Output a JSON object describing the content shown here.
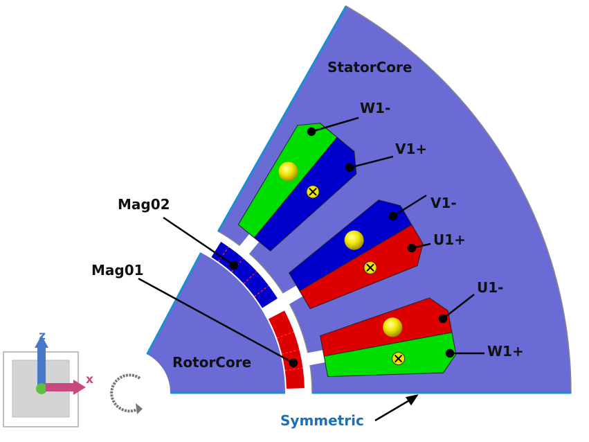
{
  "labels": {
    "stator": "StatorCore",
    "rotor": "RotorCore",
    "mag01": "Mag01",
    "mag02": "Mag02",
    "symmetric": "Symmetric",
    "w1_minus": "W1-",
    "v1_plus": "V1+",
    "v1_minus": "V1-",
    "u1_plus": "U1+",
    "u1_minus": "U1-",
    "w1_plus": "W1+"
  },
  "axes": {
    "z": "z",
    "x": "x"
  },
  "colors": {
    "core": "#6b6bd6",
    "u_phase": "#dd0000",
    "v_phase": "#0000cc",
    "w_phase": "#00dd00",
    "boundary": "#1a8fd0",
    "label_accent": "#1a6fc0"
  },
  "slots": [
    {
      "name": "slot-1",
      "upper": "u_phase",
      "lower": "w_phase"
    },
    {
      "name": "slot-2",
      "upper": "v_phase",
      "lower": "u_phase"
    },
    {
      "name": "slot-3",
      "upper": "w_phase",
      "lower": "v_phase"
    }
  ]
}
